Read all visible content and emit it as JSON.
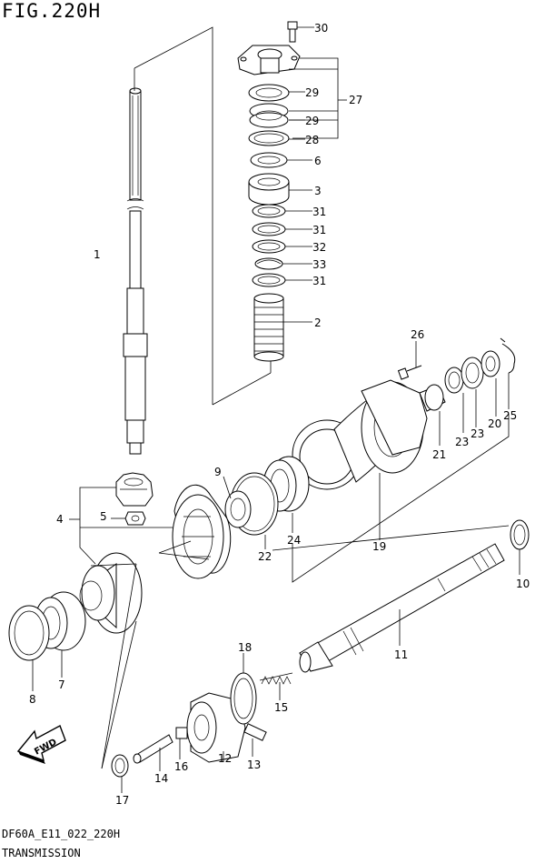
{
  "figure": {
    "title": "FIG.220H",
    "footer_code": "DF60A_E11_022_220H",
    "footer_name": "TRANSMISSION"
  },
  "labels": {
    "l1": "1",
    "l2": "2",
    "l3": "3",
    "l4": "4",
    "l5": "5",
    "l6": "6",
    "l7": "7",
    "l8": "8",
    "l9": "9",
    "l10": "10",
    "l11": "11",
    "l12": "12",
    "l13": "13",
    "l14": "14",
    "l15": "15",
    "l16": "16",
    "l17": "17",
    "l18": "18",
    "l19": "19",
    "l20": "20",
    "l21": "21",
    "l22": "22",
    "l23a": "23",
    "l23b": "23",
    "l24": "24",
    "l25": "25",
    "l26": "26",
    "l27": "27",
    "l28": "28",
    "l29a": "29",
    "l29b": "29",
    "l30": "30",
    "l31a": "31",
    "l31b": "31",
    "l31c": "31",
    "l32": "32",
    "l33": "33"
  },
  "fwd_label": "FWD"
}
